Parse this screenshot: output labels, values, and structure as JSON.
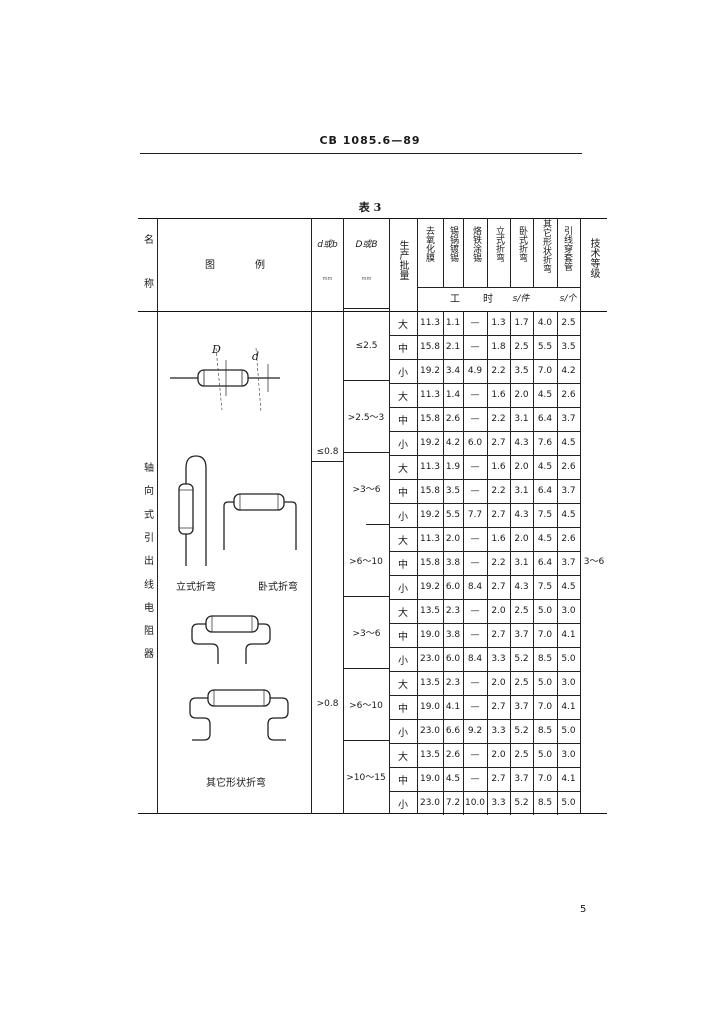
{
  "header": {
    "code": "CB 1085.6—89"
  },
  "table": {
    "title": "表  3",
    "headers": {
      "name_top": "名",
      "name_bottom": "称",
      "figure_a": "图",
      "figure_b": "例",
      "lead_dia": "d或b",
      "lead_unit": "mm",
      "body_dia": "D或B",
      "body_unit": "mm",
      "batch": "生产批量",
      "cols": [
        "去氧化膜",
        "锡锅镀锡",
        "烙铁涂锡",
        "立式折弯",
        "卧式折弯",
        "其它形状折弯",
        "引线穿套管"
      ],
      "grade": "技术等级",
      "unit_a": "工",
      "unit_b": "时",
      "unit_c": "s/件",
      "unit_d": "s/个"
    },
    "category_chars": [
      "轴",
      "向",
      "式",
      "引",
      "出",
      "线",
      "电",
      "阻",
      "器"
    ],
    "lead_groups": [
      "≤0.8",
      ">0.8"
    ],
    "body_groups": [
      "≤2.5",
      ">2.5～3",
      ">3～6",
      ">6～10",
      ">3～6",
      ">6～10",
      ">10～15"
    ],
    "grade_value": "3～6",
    "rows": [
      [
        "大",
        "11.3",
        "1.1",
        "—",
        "1.3",
        "1.7",
        "4.0",
        "2.5"
      ],
      [
        "中",
        "15.8",
        "2.1",
        "—",
        "1.8",
        "2.5",
        "5.5",
        "3.5"
      ],
      [
        "小",
        "19.2",
        "3.4",
        "4.9",
        "2.2",
        "3.5",
        "7.0",
        "4.2"
      ],
      [
        "大",
        "11.3",
        "1.4",
        "—",
        "1.6",
        "2.0",
        "4.5",
        "2.6"
      ],
      [
        "中",
        "15.8",
        "2.6",
        "—",
        "2.2",
        "3.1",
        "6.4",
        "3.7"
      ],
      [
        "小",
        "19.2",
        "4.2",
        "6.0",
        "2.7",
        "4.3",
        "7.6",
        "4.5"
      ],
      [
        "大",
        "11.3",
        "1.9",
        "—",
        "1.6",
        "2.0",
        "4.5",
        "2.6"
      ],
      [
        "中",
        "15.8",
        "3.5",
        "—",
        "2.2",
        "3.1",
        "6.4",
        "3.7"
      ],
      [
        "小",
        "19.2",
        "5.5",
        "7.7",
        "2.7",
        "4.3",
        "7.5",
        "4.5"
      ],
      [
        "大",
        "11.3",
        "2.0",
        "—",
        "1.6",
        "2.0",
        "4.5",
        "2.6"
      ],
      [
        "中",
        "15.8",
        "3.8",
        "—",
        "2.2",
        "3.1",
        "6.4",
        "3.7"
      ],
      [
        "小",
        "19.2",
        "6.0",
        "8.4",
        "2.7",
        "4.3",
        "7.5",
        "4.5"
      ],
      [
        "大",
        "13.5",
        "2.3",
        "—",
        "2.0",
        "2.5",
        "5.0",
        "3.0"
      ],
      [
        "中",
        "19.0",
        "3.8",
        "—",
        "2.7",
        "3.7",
        "7.0",
        "4.1"
      ],
      [
        "小",
        "23.0",
        "6.0",
        "8.4",
        "3.3",
        "5.2",
        "8.5",
        "5.0"
      ],
      [
        "大",
        "13.5",
        "2.3",
        "—",
        "2.0",
        "2.5",
        "5.0",
        "3.0"
      ],
      [
        "中",
        "19.0",
        "4.1",
        "—",
        "2.7",
        "3.7",
        "7.0",
        "4.1"
      ],
      [
        "小",
        "23.0",
        "6.6",
        "9.2",
        "3.3",
        "5.2",
        "8.5",
        "5.0"
      ],
      [
        "大",
        "13.5",
        "2.6",
        "—",
        "2.0",
        "2.5",
        "5.0",
        "3.0"
      ],
      [
        "中",
        "19.0",
        "4.5",
        "—",
        "2.7",
        "3.7",
        "7.0",
        "4.1"
      ],
      [
        "小",
        "23.0",
        "7.2",
        "10.0",
        "3.3",
        "5.2",
        "8.5",
        "5.0"
      ]
    ]
  },
  "figures": {
    "dim_big": "D",
    "dim_small": "d",
    "caption_vertical": "立式折弯",
    "caption_horizontal": "卧式折弯",
    "caption_other": "其它形状折弯"
  },
  "footer": {
    "page_number": "5"
  }
}
